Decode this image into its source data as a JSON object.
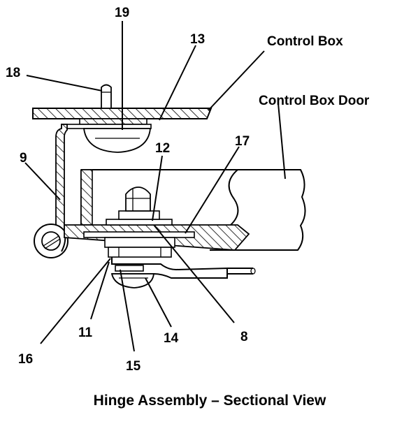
{
  "labels": {
    "control_box": "Control Box",
    "control_box_door": "Control Box Door",
    "n8": "8",
    "n9": "9",
    "n11": "11",
    "n12": "12",
    "n13": "13",
    "n14": "14",
    "n15": "15",
    "n16": "16",
    "n17": "17",
    "n18": "18",
    "n19": "19"
  },
  "caption": "Hinge Assembly – Sectional View"
}
